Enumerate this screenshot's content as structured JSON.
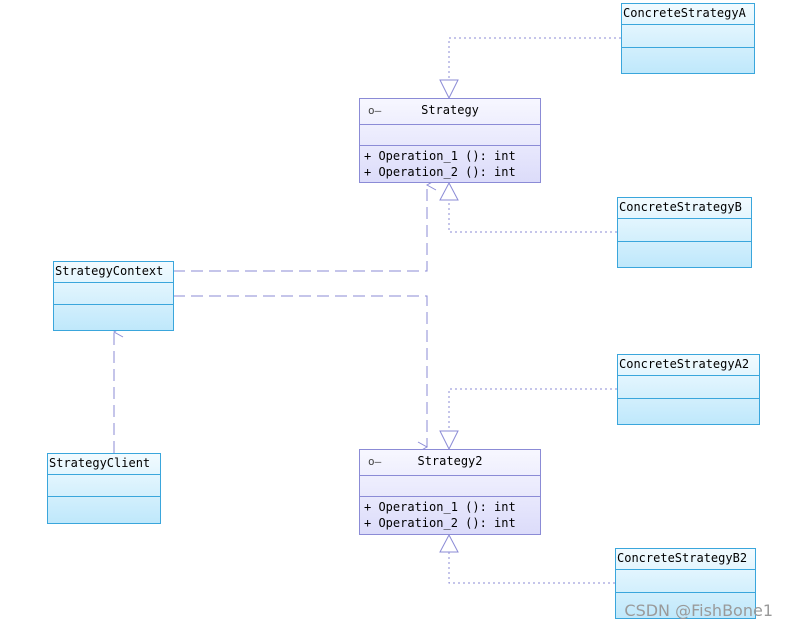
{
  "strategy": {
    "icon": "interface-lollipop-icon",
    "name": "Strategy",
    "ops": [
      "+ Operation_1 (): int",
      "+ Operation_2 (): int"
    ]
  },
  "strategy2": {
    "icon": "interface-lollipop-icon",
    "name": "Strategy2",
    "ops": [
      "+ Operation_1 (): int",
      "+ Operation_2 (): int"
    ]
  },
  "classes": {
    "concrete_a": "ConcreteStrategyA",
    "concrete_b": "ConcreteStrategyB",
    "concrete_a2": "ConcreteStrategyA2",
    "concrete_b2": "ConcreteStrategyB2",
    "context": "StrategyContext",
    "client": "StrategyClient"
  },
  "watermark": "CSDN @FishBone1",
  "colors": {
    "class_border": "#3aa6dc",
    "interface_border": "#8b8bd6",
    "connector": "#8b8bd6"
  }
}
